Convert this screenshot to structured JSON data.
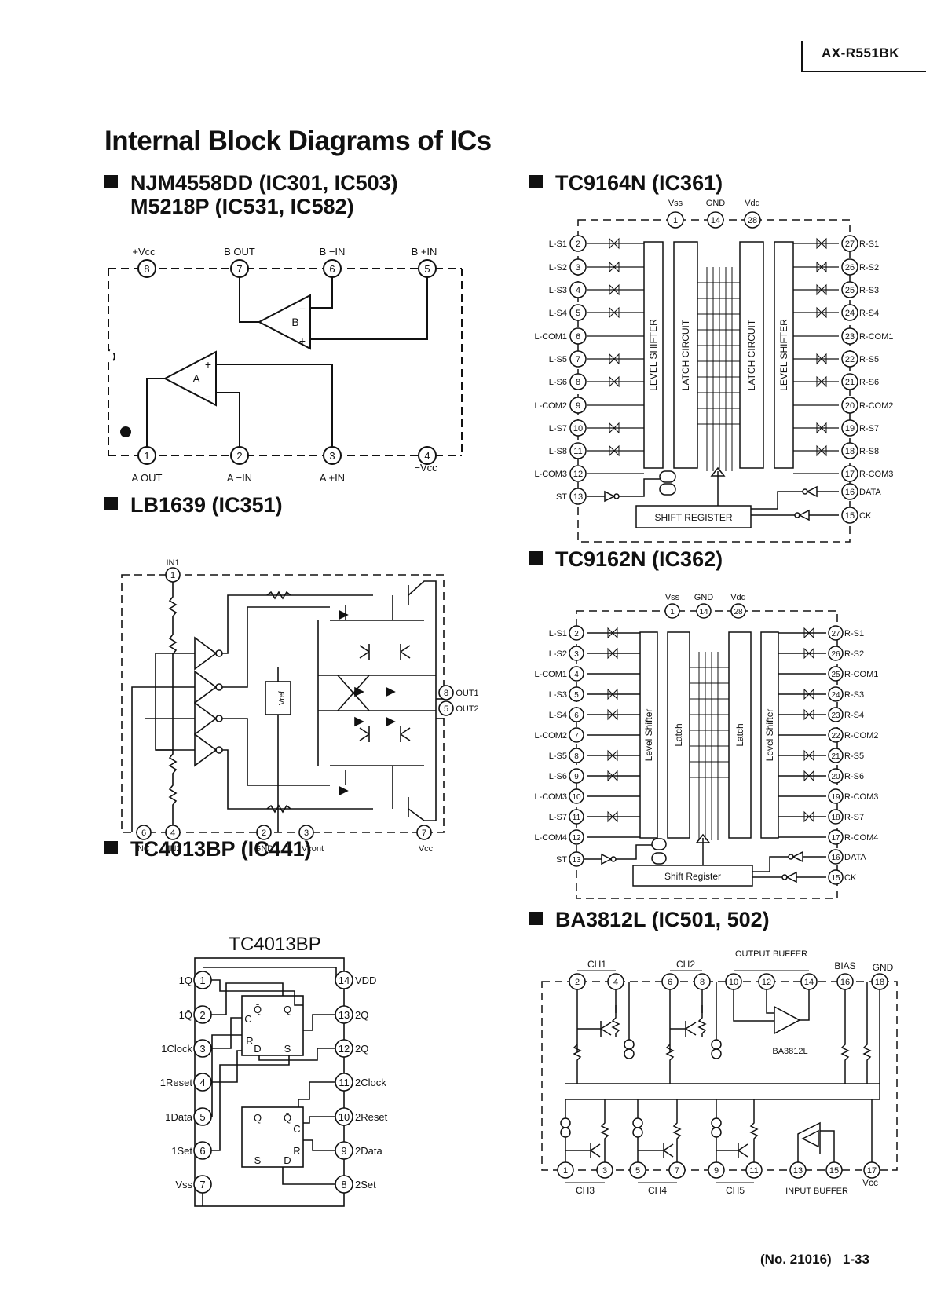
{
  "header": {
    "model": "AX-R551BK"
  },
  "title": "Internal Block Diagrams of ICs",
  "sections": {
    "njm": {
      "line1": "NJM4558DD (IC301, IC503)",
      "line2": "M5218P (IC531, IC582)"
    },
    "lb": {
      "title": "LB1639 (IC351)"
    },
    "tc4013": {
      "title": "TC4013BP (IC441)",
      "chip": "TC4013BP"
    },
    "tc9164": {
      "title": "TC9164N (IC361)"
    },
    "tc9162": {
      "title": "TC9162N (IC362)"
    },
    "ba": {
      "title": "BA3812L (IC501, 502)"
    }
  },
  "njm_labels": {
    "vcc": "+Vcc",
    "bout": "B OUT",
    "bin_neg": "B −IN",
    "bin_pos": "B +IN",
    "aout": "A OUT",
    "ain_neg": "A −IN",
    "ain_pos": "A +IN",
    "vee": "−Vcc",
    "amp_a": "A",
    "amp_b": "B"
  },
  "lb_labels": {
    "in1": "IN1",
    "out1": "OUT1",
    "out2": "OUT2",
    "nc": "NC",
    "in2": "IN2",
    "gnd": "GND",
    "vcont": "Vcont",
    "vcc": "Vcc",
    "vref": "Vref"
  },
  "tc4013_left": [
    "1Q",
    "1Q̄",
    "1Clock",
    "1Reset",
    "1Data",
    "1Set",
    "Vss"
  ],
  "tc4013_right": [
    "VDD",
    "2Q",
    "2Q̄",
    "2Clock",
    "2Reset",
    "2Data",
    "2Set"
  ],
  "tc9164": {
    "top": [
      "Vss",
      "GND",
      "Vdd"
    ],
    "left": [
      "L-S1",
      "L-S2",
      "L-S3",
      "L-S4",
      "L-COM1",
      "L-S5",
      "L-S6",
      "L-COM2",
      "L-S7",
      "L-S8",
      "L-COM3",
      "ST"
    ],
    "right": [
      "R-S1",
      "R-S2",
      "R-S3",
      "R-S4",
      "R-COM1",
      "R-S5",
      "R-S6",
      "R-COM2",
      "R-S7",
      "R-S8",
      "R-COM3",
      "DATA",
      "CK"
    ],
    "blocks": [
      "LEVEL SHIFTER",
      "LATCH CIRCUIT",
      "LATCH CIRCUIT",
      "LEVEL SHIFTER"
    ],
    "shift": "SHIFT REGISTER"
  },
  "tc9162": {
    "top": [
      "Vss",
      "GND",
      "Vdd"
    ],
    "left": [
      "L-S1",
      "L-S2",
      "L-COM1",
      "L-S3",
      "L-S4",
      "L-COM2",
      "L-S5",
      "L-S6",
      "L-COM3",
      "L-S7",
      "L-COM4",
      "ST"
    ],
    "right": [
      "R-S1",
      "R-S2",
      "R-COM1",
      "R-S3",
      "R-S4",
      "R-COM2",
      "R-S5",
      "R-S6",
      "R-COM3",
      "R-S7",
      "R-COM4",
      "DATA",
      "CK"
    ],
    "blocks": [
      "Level Shifter",
      "Latch",
      "Latch",
      "Level Shifter"
    ],
    "shift": "Shift Register"
  },
  "ba": {
    "ch1": "CH1",
    "ch2": "CH2",
    "output_buffer": "OUTPUT BUFFER",
    "bias": "BIAS",
    "gnd": "GND",
    "ch3": "CH3",
    "ch4": "CH4",
    "ch5": "CH5",
    "vcc": "Vcc",
    "input_buffer": "INPUT BUFFER",
    "chip": "BA3812L"
  },
  "footer": {
    "doc": "(No. 21016)",
    "page": "1-33"
  }
}
